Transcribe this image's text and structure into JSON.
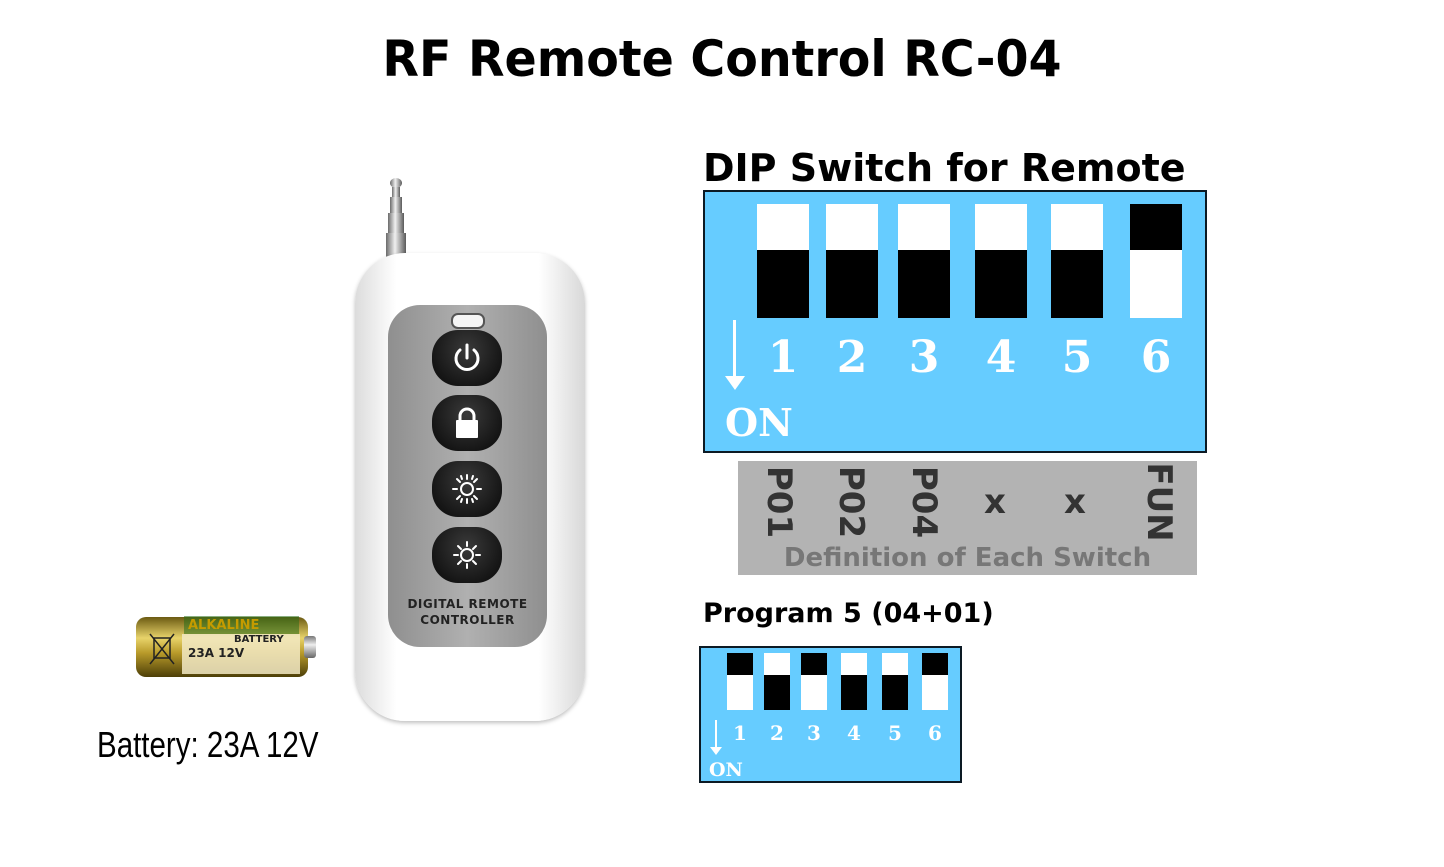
{
  "title": "RF Remote Control RC-04",
  "dip_section": {
    "heading": "DIP Switch for Remote",
    "on_label": "ON",
    "switch_numbers": [
      "1",
      "2",
      "3",
      "4",
      "5",
      "6"
    ],
    "switch_states_note": "switches 1-5 knob down, switch 6 knob up",
    "knob_positions": [
      "down",
      "down",
      "down",
      "down",
      "down",
      "up"
    ]
  },
  "definitions": {
    "labels": [
      "P01",
      "P02",
      "P04",
      "x",
      "x",
      "FUN"
    ],
    "caption": "Definition of Each Switch"
  },
  "program_example": {
    "heading": "Program 5 (04+01)",
    "on_label": "ON",
    "switch_numbers": [
      "1",
      "2",
      "3",
      "4",
      "5",
      "6"
    ],
    "knob_positions": [
      "up",
      "down",
      "up",
      "down",
      "down",
      "up"
    ]
  },
  "remote": {
    "label_line1": "DIGITAL REMOTE",
    "label_line2": "CONTROLLER",
    "buttons": [
      "power-icon",
      "lock-icon",
      "sun-dim-icon",
      "sun-bright-icon"
    ]
  },
  "battery": {
    "brand": "ALKALINE",
    "type_label": "BATTERY",
    "spec": "23A 12V",
    "caption": "Battery: 23A 12V"
  }
}
